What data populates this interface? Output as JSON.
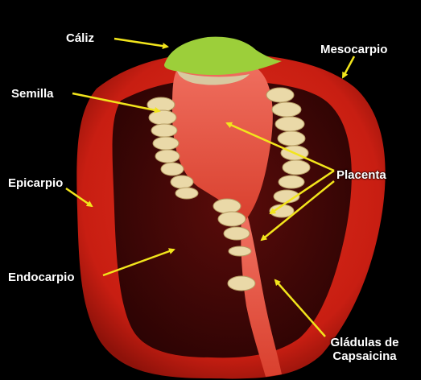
{
  "labels": {
    "caliz": "Cáliz",
    "mesocarpio": "Mesocarpio",
    "semilla": "Semilla",
    "epicarpio": "Epicarpio",
    "placenta": "Placenta",
    "endocarpio": "Endocarpio",
    "gladulas_line1": "Gládulas de",
    "gladulas_line2": "Capsaicina"
  },
  "colors": {
    "background": "#000000",
    "pepper_skin": "#c81e12",
    "pepper_flesh": "#b3170e",
    "cavity": "#3a0606",
    "placenta": "#e8574a",
    "calyx": "#9ccf3a",
    "seed": "#ead9a8",
    "arrow": "#f2e51c",
    "label_text": "#ffffff"
  }
}
